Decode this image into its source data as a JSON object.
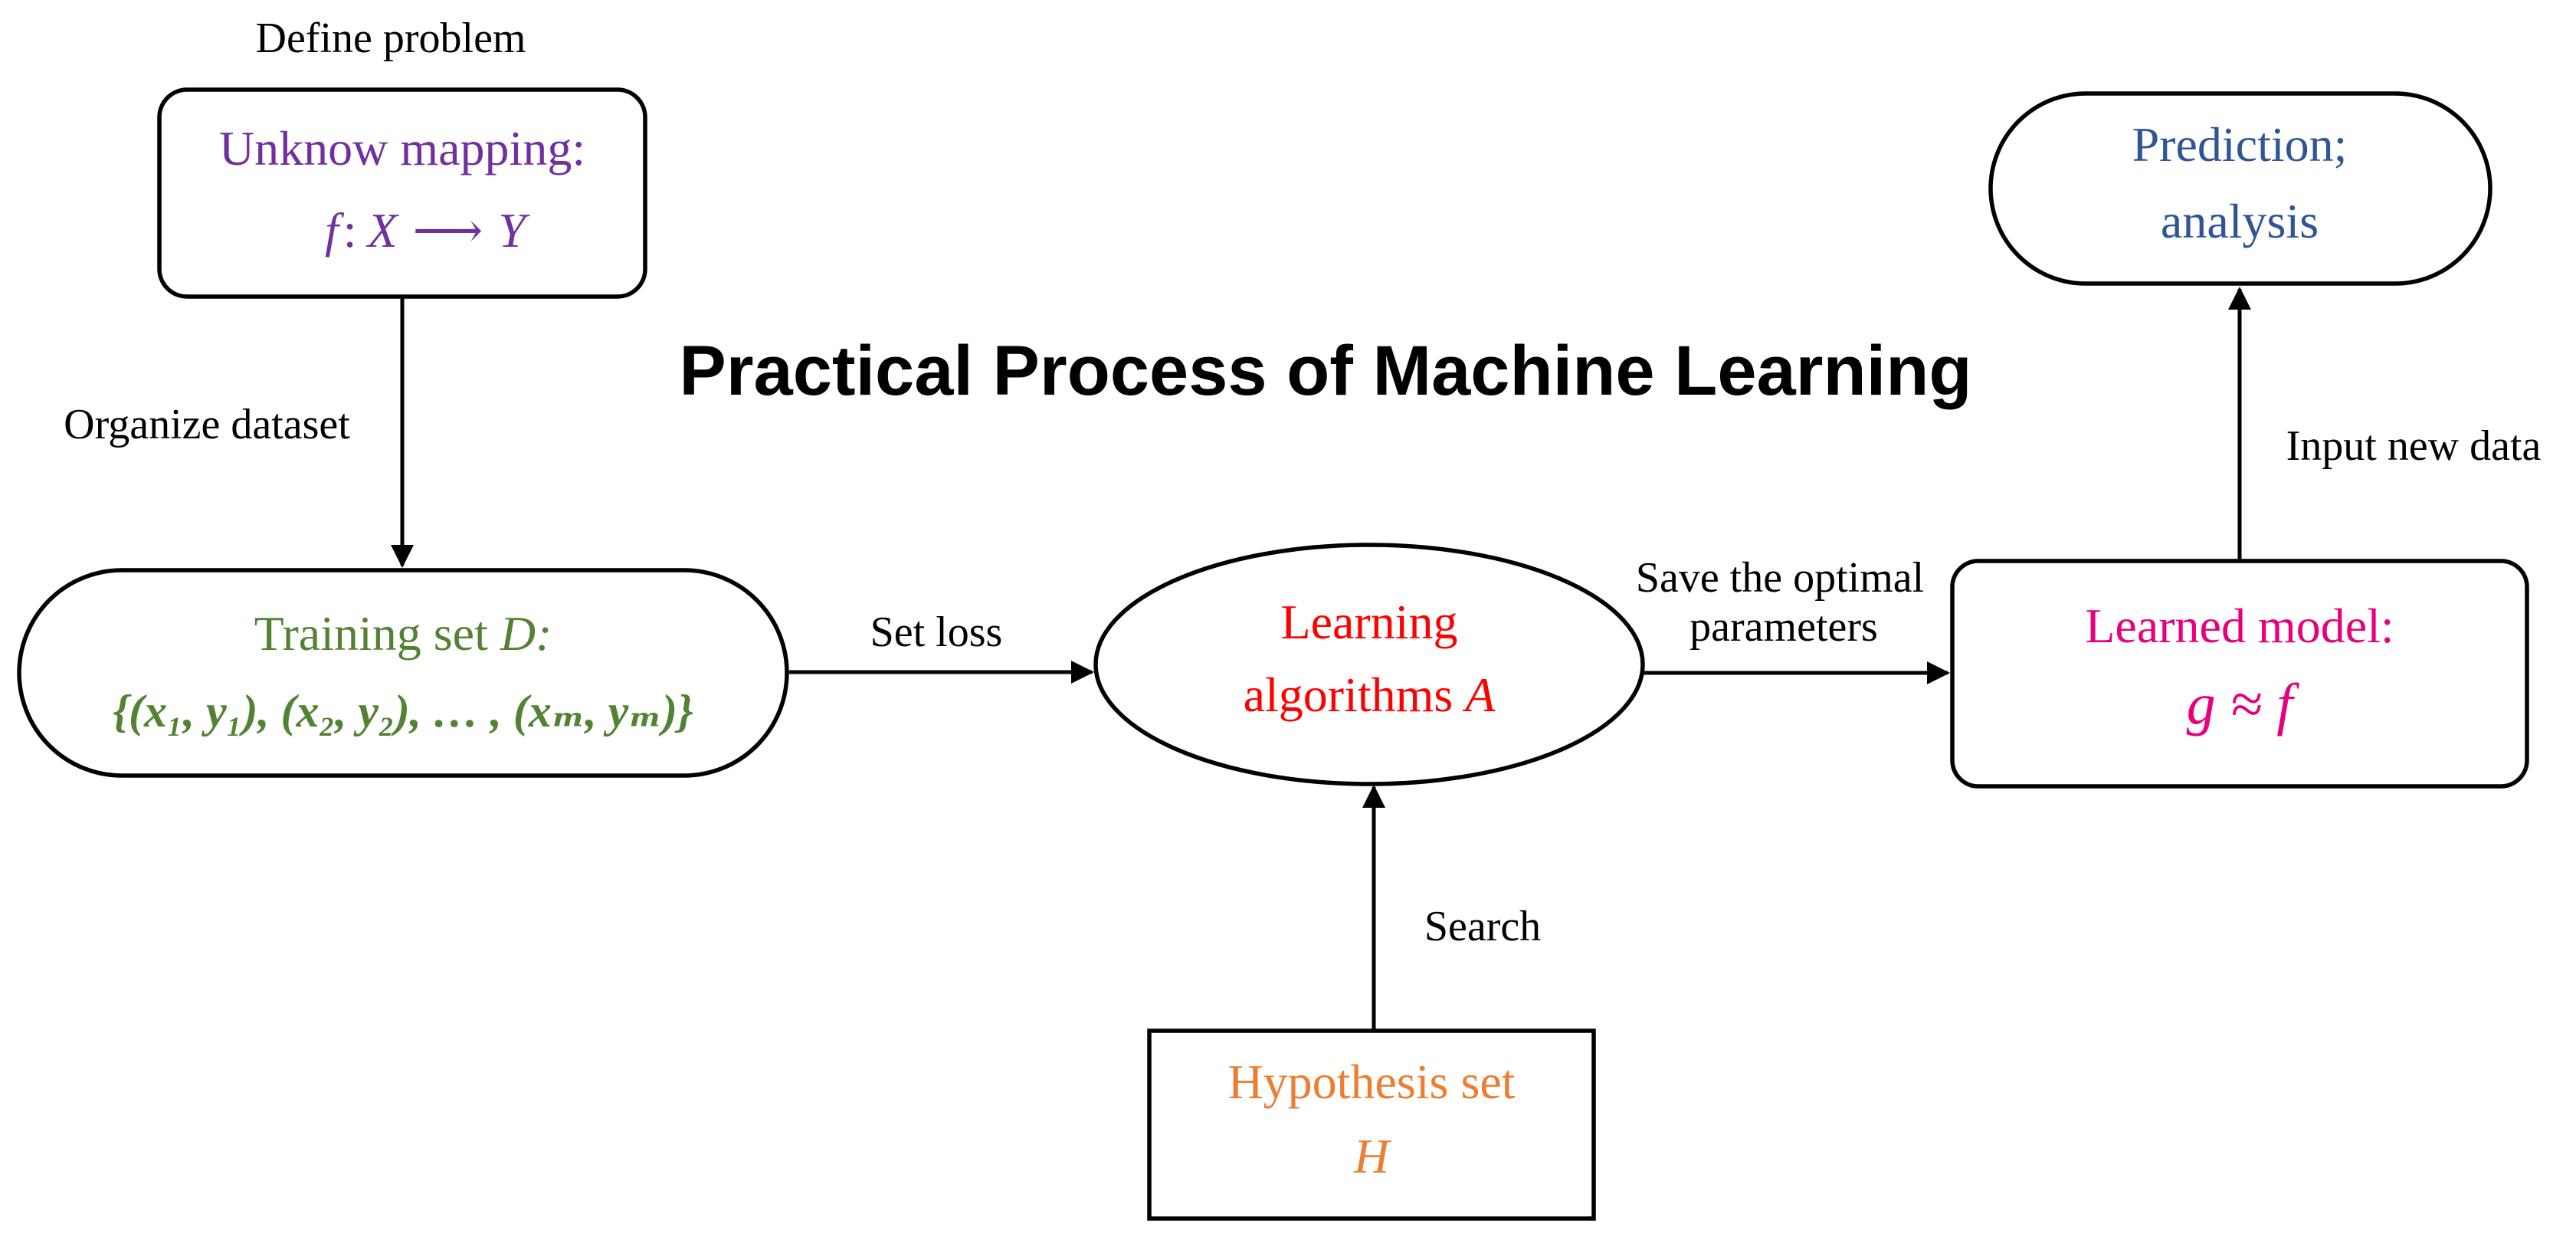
{
  "title": "Practical Process of Machine Learning",
  "colors": {
    "purple": "#7030A0",
    "green": "#548235",
    "red": "#FF0000",
    "pink": "#E6007E",
    "blue": "#2F5597",
    "orange": "#ED7D31"
  },
  "nodes": {
    "unknown_mapping": {
      "line1": "Unknow mapping:",
      "f": "f",
      "colon": ":",
      "X": "X",
      "arrow": "⟶",
      "Y": "Y"
    },
    "training_set": {
      "label": "Training set ",
      "D": "D:",
      "set": "{(x₁, y₁), (x₂, y₂), … , (xₘ, yₘ)}"
    },
    "learning_algorithms": {
      "line1": "Learning",
      "line2": "algorithms ",
      "A": "A"
    },
    "learned_model": {
      "line1": "Learned model:",
      "formula": "g ≈ f"
    },
    "prediction": {
      "line1": "Prediction;",
      "line2": "analysis"
    },
    "hypothesis_set": {
      "line1": "Hypothesis set",
      "H": "H"
    }
  },
  "edges": {
    "define_problem": "Define problem",
    "organize_dataset": "Organize dataset",
    "set_loss": "Set loss",
    "save_params_1": "Save the optimal",
    "save_params_2": "parameters",
    "input_new_data": "Input new data",
    "search": "Search"
  }
}
